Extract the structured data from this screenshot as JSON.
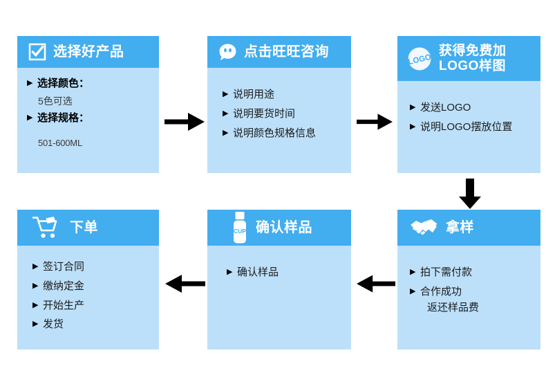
{
  "page": {
    "title": "采购流程图",
    "background": "#ffffff",
    "header_color": "#42adef",
    "body_color": "#bde0fa",
    "arrow_color": "#000000",
    "title_color": "#ffffff"
  },
  "cards": [
    {
      "id": "choose-product",
      "icon": "checkbox-check-icon",
      "title": "选择好产品",
      "items": [
        {
          "bullet": true,
          "bold": true,
          "text": "选择颜色："
        },
        {
          "bullet": false,
          "bold": false,
          "text": "5色可选",
          "style": "sub"
        },
        {
          "bullet": true,
          "bold": true,
          "text": "选择规格："
        },
        {
          "bullet": false,
          "bold": false,
          "text": "501-600ML",
          "style": "sub-spaced"
        }
      ]
    },
    {
      "id": "click-wangwang",
      "icon": "wangwang-chat-icon",
      "title": "点击旺旺咨询",
      "items": [
        {
          "bullet": true,
          "bold": false,
          "text": "说明用途"
        },
        {
          "bullet": true,
          "bold": false,
          "text": "说明要货时间"
        },
        {
          "bullet": true,
          "bold": false,
          "text": "说明颜色规格信息"
        }
      ]
    },
    {
      "id": "free-logo-sample",
      "icon": "logo-badge-icon",
      "icon_label": "LOGO",
      "title": "获得免费加\nLOGO样图",
      "items": [
        {
          "bullet": true,
          "bold": false,
          "text": "发送LOGO"
        },
        {
          "bullet": true,
          "bold": false,
          "text": "说明LOGO摆放位置"
        }
      ]
    },
    {
      "id": "place-order",
      "icon": "shopping-cart-icon",
      "title": "下单",
      "items": [
        {
          "bullet": true,
          "bold": false,
          "text": "签订合同"
        },
        {
          "bullet": true,
          "bold": false,
          "text": "缴纳定金"
        },
        {
          "bullet": true,
          "bold": false,
          "text": "开始生产"
        },
        {
          "bullet": true,
          "bold": false,
          "text": "发货"
        }
      ]
    },
    {
      "id": "confirm-sample",
      "icon": "cup-bottle-icon",
      "icon_label": "CUP",
      "title": "确认样品",
      "items": [
        {
          "bullet": true,
          "bold": false,
          "text": "确认样品"
        }
      ]
    },
    {
      "id": "get-sample",
      "icon": "handshake-icon",
      "title": "拿样",
      "items": [
        {
          "bullet": true,
          "bold": false,
          "text": "拍下需付款"
        },
        {
          "bullet": true,
          "bold": false,
          "text": "合作成功"
        },
        {
          "bullet": false,
          "bold": false,
          "text": "返还样品费",
          "style": "indent"
        }
      ]
    }
  ],
  "arrows": [
    {
      "id": "arrow-1-to-2",
      "direction": "right"
    },
    {
      "id": "arrow-2-to-3",
      "direction": "right"
    },
    {
      "id": "arrow-3-to-6",
      "direction": "down"
    },
    {
      "id": "arrow-6-to-5",
      "direction": "left"
    },
    {
      "id": "arrow-5-to-4",
      "direction": "left"
    }
  ]
}
